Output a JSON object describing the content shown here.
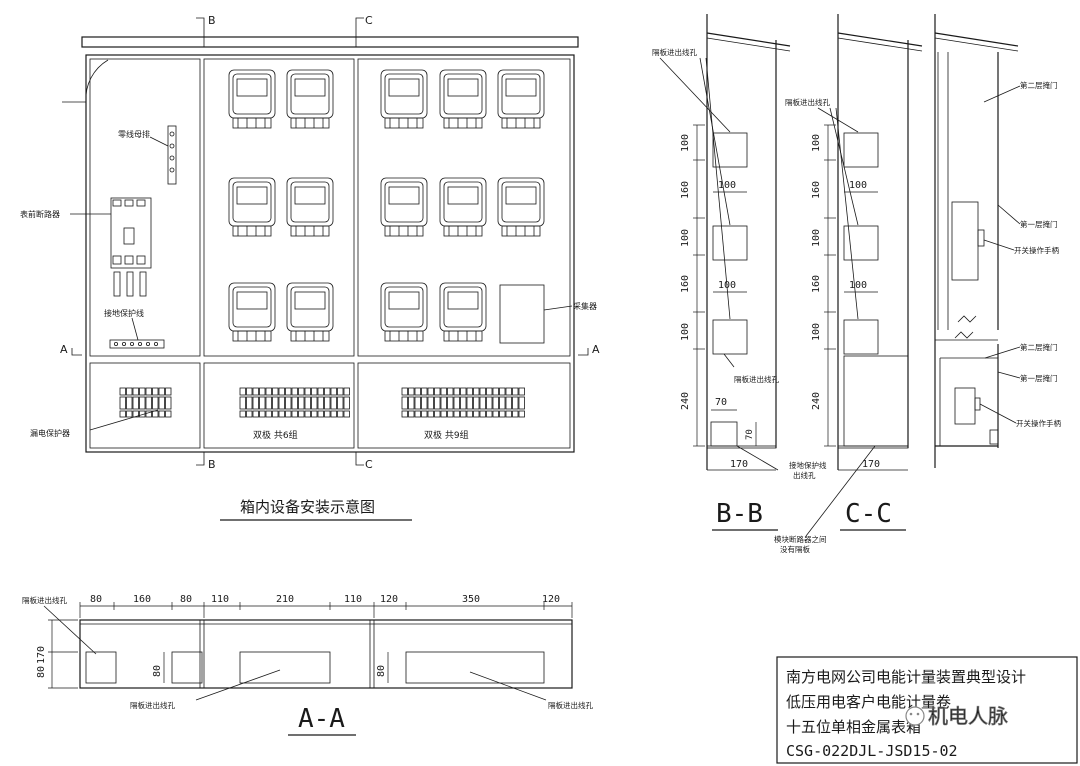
{
  "front_view": {
    "section_markers": {
      "b": "B",
      "c": "C",
      "a": "A"
    },
    "labels": {
      "zero_busbar": "零线母排",
      "main_breaker": "表前断路器",
      "ground_wire": "接地保护线",
      "collector": "采集器",
      "leakage_protector": "漏电保护器",
      "group_6": "双极 共6组",
      "group_9": "双极 共9组"
    },
    "caption": "箱内设备安装示意图"
  },
  "section_bb": {
    "label": "B-B",
    "inlet_label": "隔板进出线孔",
    "inlet_label_lower": "隔板进出线孔",
    "ground_label_1": "接地保护线",
    "ground_label_2": "出线孔",
    "dims_vertical": [
      "100",
      "160",
      "100",
      "160",
      "100",
      "240",
      "70"
    ],
    "dims_horizontal": [
      "100",
      "100",
      "70",
      "170"
    ]
  },
  "section_cc": {
    "label": "C-C",
    "inlet_label": "隔板进出线孔",
    "dims_vertical": [
      "100",
      "160",
      "100",
      "160",
      "100",
      "240"
    ],
    "dims_horizontal": [
      "100",
      "100",
      "170"
    ],
    "note_1": "模块断路器之间",
    "note_2": "没有隔板"
  },
  "side_view": {
    "door2_upper": "第二层掩门",
    "door1_upper": "第一层掩门",
    "handle_upper": "开关操作手柄",
    "door2_lower": "第二层掩门",
    "door1_lower": "第一层掩门",
    "handle_lower": "开关操作手柄"
  },
  "section_aa": {
    "label": "A-A",
    "inlet_top": "隔板进出线孔",
    "inlet_mid": "隔板进出线孔",
    "inlet_right": "隔板进出线孔",
    "dims_top": [
      "80",
      "160",
      "80",
      "110",
      "210",
      "110",
      "120",
      "350",
      "120"
    ],
    "dims_left": [
      "170",
      "80"
    ],
    "dims_inner": [
      "80",
      "80"
    ]
  },
  "title_block": {
    "line1": "南方电网公司电能计量装置典型设计",
    "line2": "低压用电客户电能计量卷",
    "line3": "十五位单相金属表箱",
    "line4": "CSG-022DJL-JSD15-02"
  },
  "watermark": "机电人脉"
}
